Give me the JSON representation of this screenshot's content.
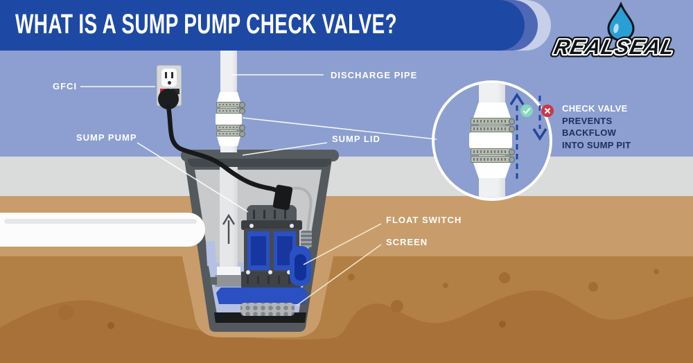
{
  "header": {
    "title": "WHAT IS A SUMP PUMP CHECK VALVE?",
    "logo_text": "REALSEAL"
  },
  "labels": {
    "gfci": "GFCI",
    "discharge_pipe": "DISCHARGE PIPE",
    "sump_pump": "SUMP PUMP",
    "sump_lid": "SUMP LID",
    "float_switch": "FLOAT SWITCH",
    "screen": "SCREEN"
  },
  "callout": {
    "heading": "CHECK VALVE",
    "line2": "PREVENTS",
    "line3": "BACKFLOW",
    "line4": "INTO SUMP PIT"
  },
  "icons": {
    "logo_drop": "water-drop-icon",
    "flow_ok": "check-icon",
    "backflow_bad": "x-icon",
    "flow_up": "up-arrow-icon",
    "backflow_down": "down-arrow-icon",
    "discharge_flow": "up-arrow-icon"
  },
  "colors": {
    "banner_blue": "#1d49a5",
    "wall_blue": "#8c9fd0",
    "concrete_gray": "#dadcdb",
    "topsoil_tan": "#c89d6b",
    "soil_brown": "#b28045",
    "subsoil_brown": "#a8713a",
    "pump_blue": "#2a50c2",
    "water_blue": "#b5c1e3",
    "ok_green": "#82d8bc",
    "bad_red": "#cf3547",
    "arrow_navy": "#24479c"
  }
}
